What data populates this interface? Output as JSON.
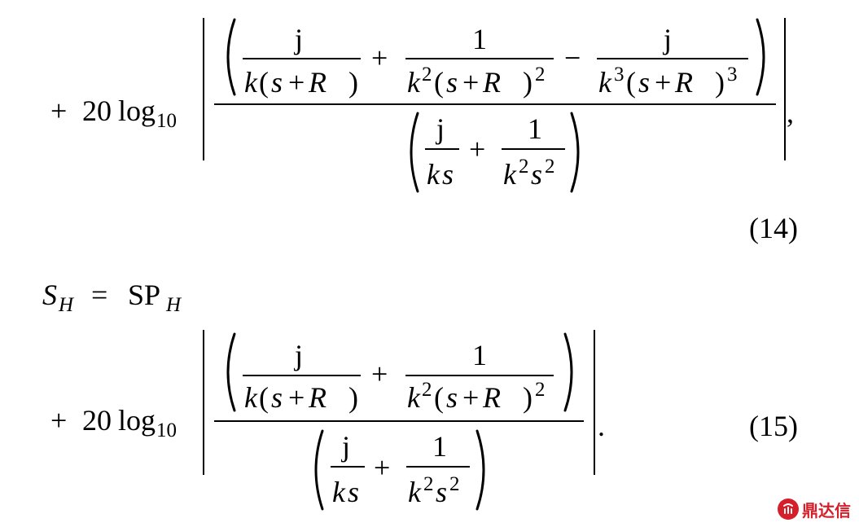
{
  "eq14": {
    "plus": "+",
    "coef": "20",
    "log": "log",
    "base": "10",
    "num1_num": "j",
    "num1_k": "k",
    "num1_open": "(",
    "num1_s": "s",
    "num1_plus": "+",
    "num1_R": "R",
    "num1_close": ")",
    "plus_a": "+",
    "num2_num": "1",
    "num2_k": "k",
    "num2_kexp": "2",
    "num2_open": "(",
    "num2_s": "s",
    "num2_plus": "+",
    "num2_R": "R",
    "num2_close": ")",
    "num2_exp": "2",
    "minus": "−",
    "num3_num": "j",
    "num3_k": "k",
    "num3_kexp": "3",
    "num3_open": "(",
    "num3_s": "s",
    "num3_plus": "+",
    "num3_R": "R",
    "num3_close": ")",
    "num3_exp": "3",
    "den1_num": "j",
    "den1_k": "k",
    "den1_s": "s",
    "den_plus": "+",
    "den2_num": "1",
    "den2_k": "k",
    "den2_kexp": "2",
    "den2_s": "s",
    "den2_sexp": "2",
    "trail": ",",
    "number": "(14)"
  },
  "eq15": {
    "S": "S",
    "S_sub": "H",
    "eq": "=",
    "SP": "SP",
    "SP_sub": "H",
    "plus": "+",
    "coef": "20",
    "log": "log",
    "base": "10",
    "num1_num": "j",
    "num1_k": "k",
    "num1_open": "(",
    "num1_s": "s",
    "num1_plus": "+",
    "num1_R": "R",
    "num1_close": ")",
    "plus_a": "+",
    "num2_num": "1",
    "num2_k": "k",
    "num2_kexp": "2",
    "num2_open": "(",
    "num2_s": "s",
    "num2_plus": "+",
    "num2_R": "R",
    "num2_close": ")",
    "num2_exp": "2",
    "den1_num": "j",
    "den1_k": "k",
    "den1_s": "s",
    "den_plus": "+",
    "den2_num": "1",
    "den2_k": "k",
    "den2_kexp": "2",
    "den2_s": "s",
    "den2_sexp": "2",
    "trail": ".",
    "number": "(15)"
  },
  "watermark": {
    "text": "鼎达信",
    "logo_icon": "dingdaxin-logo-icon",
    "color": "#d51f2a"
  }
}
